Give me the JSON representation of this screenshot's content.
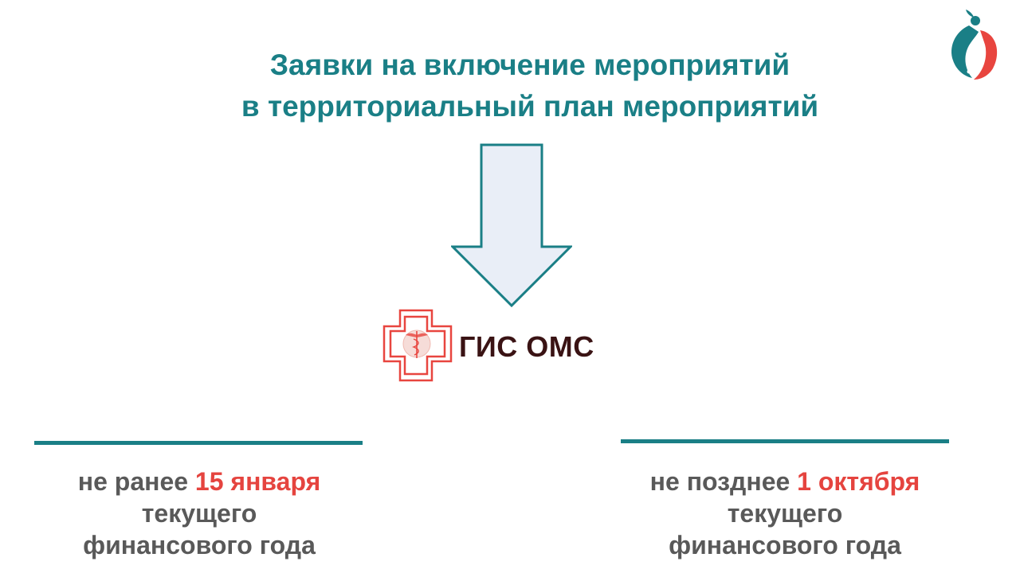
{
  "title": {
    "line1": "Заявки на включение мероприятий",
    "line2": "в территориальный план мероприятий"
  },
  "system": {
    "logo_text": "ГИС ОМС",
    "icon": "medical-cross-caduceus-icon"
  },
  "corner_logo": {
    "icon": "organization-logo-icon"
  },
  "deadlines": {
    "left": {
      "prefix": "не ранее ",
      "date": "15 января",
      "line2": "текущего",
      "line3": "финансового года"
    },
    "right": {
      "prefix": "не позднее ",
      "date": "1 октября",
      "line2": "текущего",
      "line3": "финансового года"
    }
  },
  "colors": {
    "accent_teal": "#1a7f86",
    "highlight_red": "#e5443f",
    "text_gray": "#595959",
    "arrow_fill": "#e9eef7",
    "gis_red": "#e8453f",
    "gis_text": "#3a1314"
  }
}
